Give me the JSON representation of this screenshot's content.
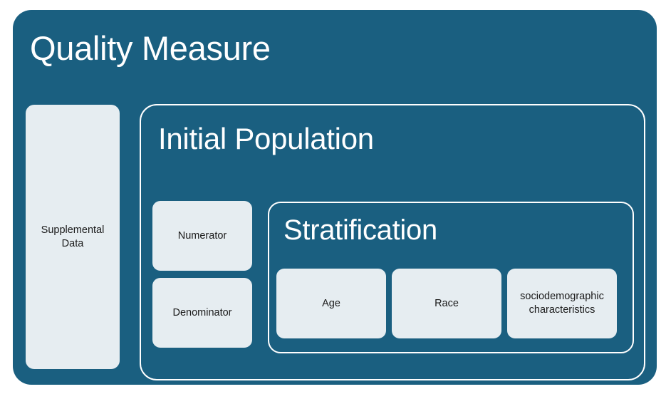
{
  "diagram": {
    "title": "Quality Measure",
    "colors": {
      "container_fill": "#1A5F80",
      "card_fill": "#E6EDF1",
      "border": "#FFFFFF",
      "heading_text": "#FFFFFF",
      "card_text": "#1A1A1A",
      "page_background": "#FFFFFF"
    },
    "supplemental": {
      "label": "Supplemental Data"
    },
    "initial_population": {
      "title": "Initial Population",
      "measure_cards": [
        {
          "label": "Numerator"
        },
        {
          "label": "Denominator"
        }
      ],
      "stratification": {
        "title": "Stratification",
        "cards": [
          {
            "label": "Age"
          },
          {
            "label": "Race"
          },
          {
            "label": "sociodemographic characteristics"
          }
        ]
      }
    }
  }
}
